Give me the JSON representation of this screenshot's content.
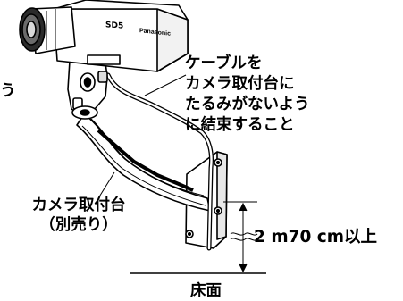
{
  "note": {
    "lines": [
      "ケーブルを",
      "カメラ取付台に",
      "たるみがないよう",
      "に結束すること"
    ]
  },
  "fragment_left": "う",
  "mount_label": {
    "lines": [
      "カメラ取付台",
      "（別売り）"
    ]
  },
  "height_label": "2 m70 cm以上",
  "floor_label": "床面",
  "camera_markings": {
    "sd_logo": "SD5",
    "brand": "Panasonic"
  }
}
